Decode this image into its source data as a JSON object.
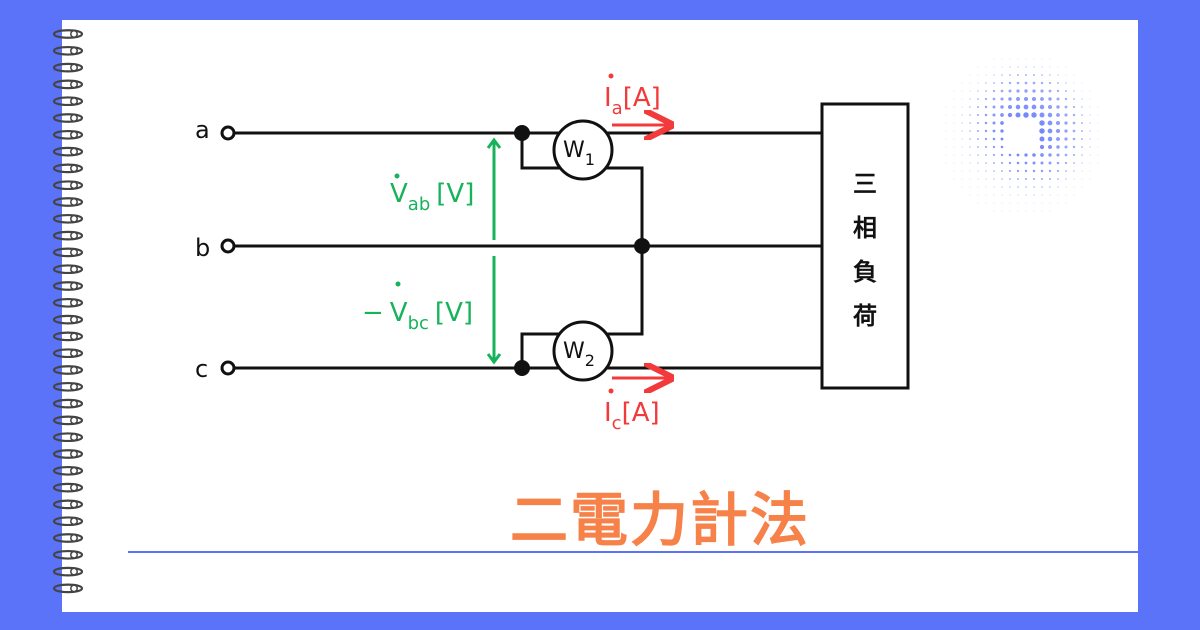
{
  "title": "二電力計法",
  "terminals": {
    "a": "a",
    "b": "b",
    "c": "c"
  },
  "wattmeters": {
    "w1": {
      "base": "W",
      "sub": "1"
    },
    "w2": {
      "base": "W",
      "sub": "2"
    }
  },
  "currents": {
    "ia": {
      "base": "I",
      "sub": "a",
      "unit": "[A]"
    },
    "ic": {
      "base": "I",
      "sub": "c",
      "unit": "[A]"
    }
  },
  "voltages": {
    "vab": {
      "base": "V",
      "sub": "ab",
      "unit": "[V]",
      "prefix": ""
    },
    "vbc": {
      "base": "V",
      "sub": "bc",
      "unit": "[V]",
      "prefix": "−"
    }
  },
  "load": {
    "chars": [
      "三",
      "相",
      "負",
      "荷"
    ]
  },
  "colors": {
    "background": "#5b73f8",
    "current": "#f23a3a",
    "voltage": "#16b35a",
    "title": "#f6824a",
    "wire": "#111111"
  }
}
